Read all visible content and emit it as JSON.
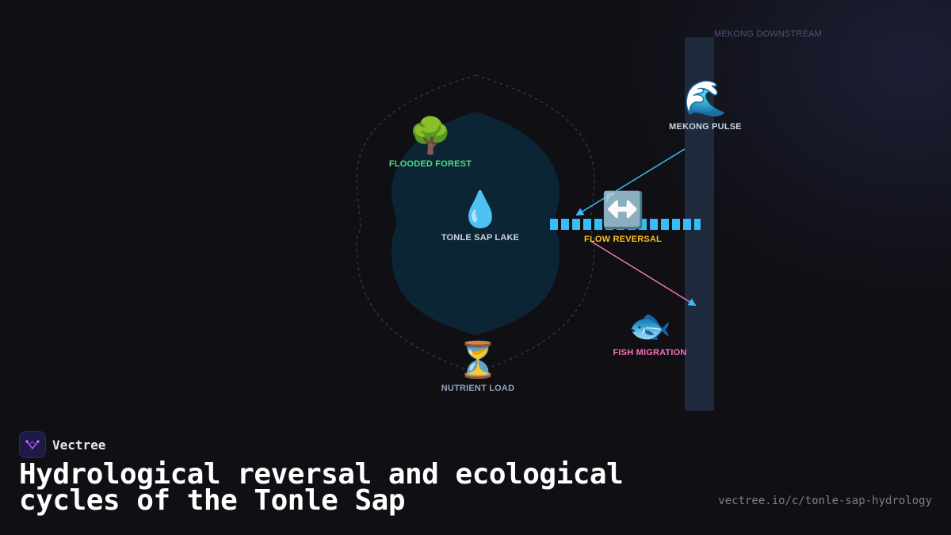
{
  "diagram": {
    "channel_label": "MEKONG DOWNSTREAM",
    "nodes": {
      "flooded_forest": {
        "emoji": "🌳",
        "label": "FLOODED FOREST",
        "color": "#4ade80"
      },
      "tonle_sap_lake": {
        "emoji": "💧",
        "label": "TONLE SAP LAKE",
        "color": "#cbd5e1"
      },
      "mekong_pulse": {
        "emoji": "🌊",
        "label": "MEKONG PULSE",
        "color": "#cbd5e1"
      },
      "flow_reversal": {
        "emoji": "↔️",
        "label": "FLOW REVERSAL",
        "color": "#fbbf24"
      },
      "fish_migration": {
        "emoji": "🐟",
        "label": "FISH MIGRATION",
        "color": "#f472b6"
      },
      "nutrient_load": {
        "emoji": "⏳",
        "label": "NUTRIENT LOAD",
        "color": "#94a3b8"
      }
    },
    "colors": {
      "lake_fill": "#0c2535",
      "channel": "#1f2a3d",
      "connector": "#38bdf8",
      "arrow_blue": "#38bdf8",
      "arrow_pink": "#f472b6",
      "floodplain_outline": "#2a3350"
    }
  },
  "brand": {
    "name": "Vectree",
    "logo_icon": "vectree-logo-icon"
  },
  "title": "Hydrological reversal and ecological cycles of the Tonle Sap",
  "url": "vectree.io/c/tonle-sap-hydrology"
}
